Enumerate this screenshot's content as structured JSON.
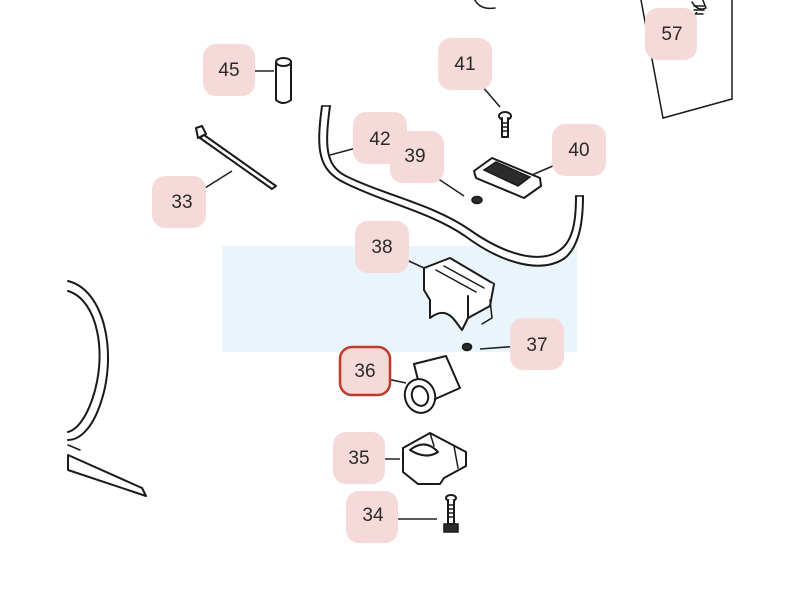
{
  "parts": {
    "p45": "45",
    "p41": "41",
    "p42": "42",
    "p39": "39",
    "p40": "40",
    "p33": "33",
    "p38": "38",
    "p37": "37",
    "p36": "36",
    "p35": "35",
    "p34": "34",
    "p57": "57"
  },
  "highlighted_part": "36",
  "colors": {
    "callout_bg": "#f6d9d9",
    "highlight_ring": "#c0392b",
    "line": "#1a1a1a"
  }
}
